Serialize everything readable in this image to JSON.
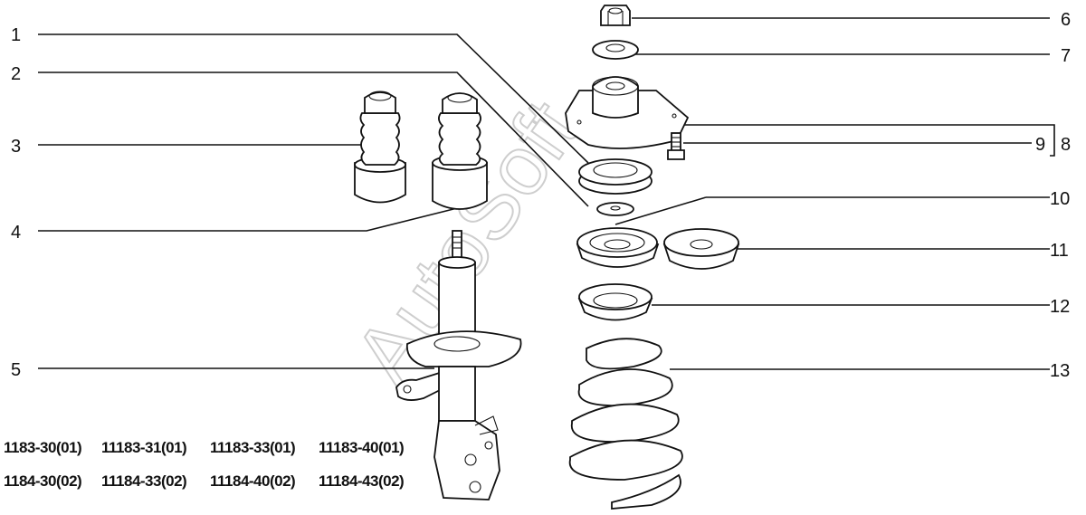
{
  "watermark": "AutoSoft",
  "callouts": {
    "n1": "1",
    "n2": "2",
    "n3": "3",
    "n4": "4",
    "n5": "5",
    "n6": "6",
    "n7": "7",
    "n8": "8",
    "n9": "9",
    "n10": "10",
    "n11": "11",
    "n12": "12",
    "n13": "13"
  },
  "part_codes": {
    "row1": [
      "1183-30(01)",
      "11183-31(01)",
      "11183-33(01)",
      "11183-40(01)"
    ],
    "row2": [
      "1184-30(02)",
      "11184-33(02)",
      "11184-40(02)",
      "11184-43(02)"
    ]
  }
}
